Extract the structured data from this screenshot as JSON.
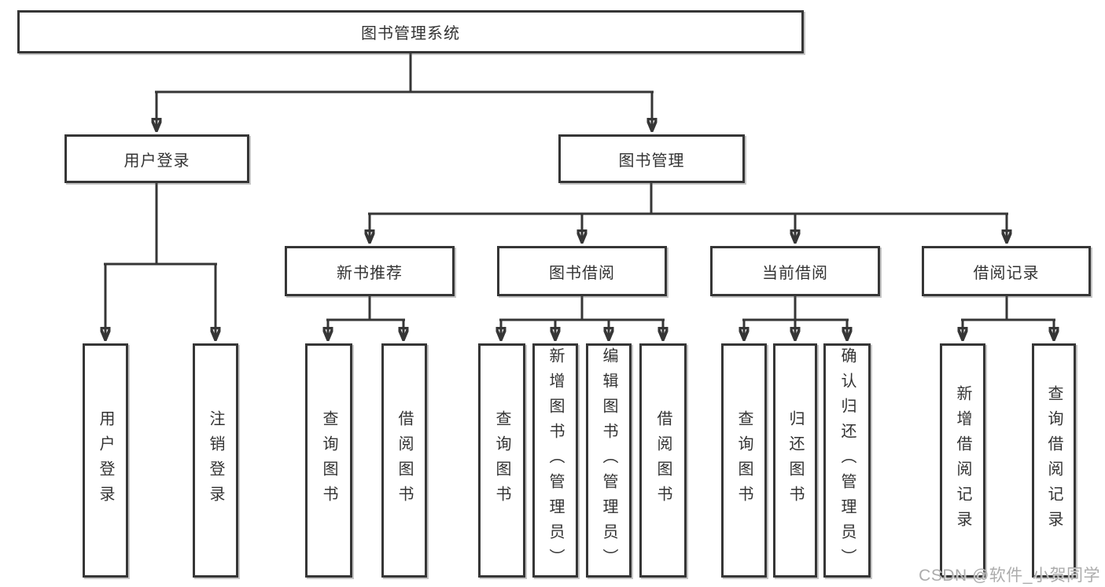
{
  "diagram": {
    "root": {
      "label": "图书管理系统"
    },
    "branches": [
      {
        "label": "用户登录",
        "children": [
          {
            "label": "用户登录"
          },
          {
            "label": "注销登录"
          }
        ]
      },
      {
        "label": "图书管理",
        "children": [
          {
            "label": "新书推荐",
            "children": [
              {
                "label": "查询图书"
              },
              {
                "label": "借阅图书"
              }
            ]
          },
          {
            "label": "图书借阅",
            "children": [
              {
                "label": "查询图书"
              },
              {
                "label": "新增图书（管理员）"
              },
              {
                "label": "编辑图书（管理员）"
              },
              {
                "label": "借阅图书"
              }
            ]
          },
          {
            "label": "当前借阅",
            "children": [
              {
                "label": "查询图书"
              },
              {
                "label": "归还图书"
              },
              {
                "label": "确认归还（管理员）"
              }
            ]
          },
          {
            "label": "借阅记录",
            "children": [
              {
                "label": "新增借阅记录"
              },
              {
                "label": "查询借阅记录"
              }
            ]
          }
        ]
      }
    ]
  },
  "colors": {
    "line": "#363636",
    "text": "#333333",
    "watermark": "#acacac",
    "background": "#ffffff"
  },
  "watermark": {
    "text": "CSDN @软件_小贺同学"
  }
}
